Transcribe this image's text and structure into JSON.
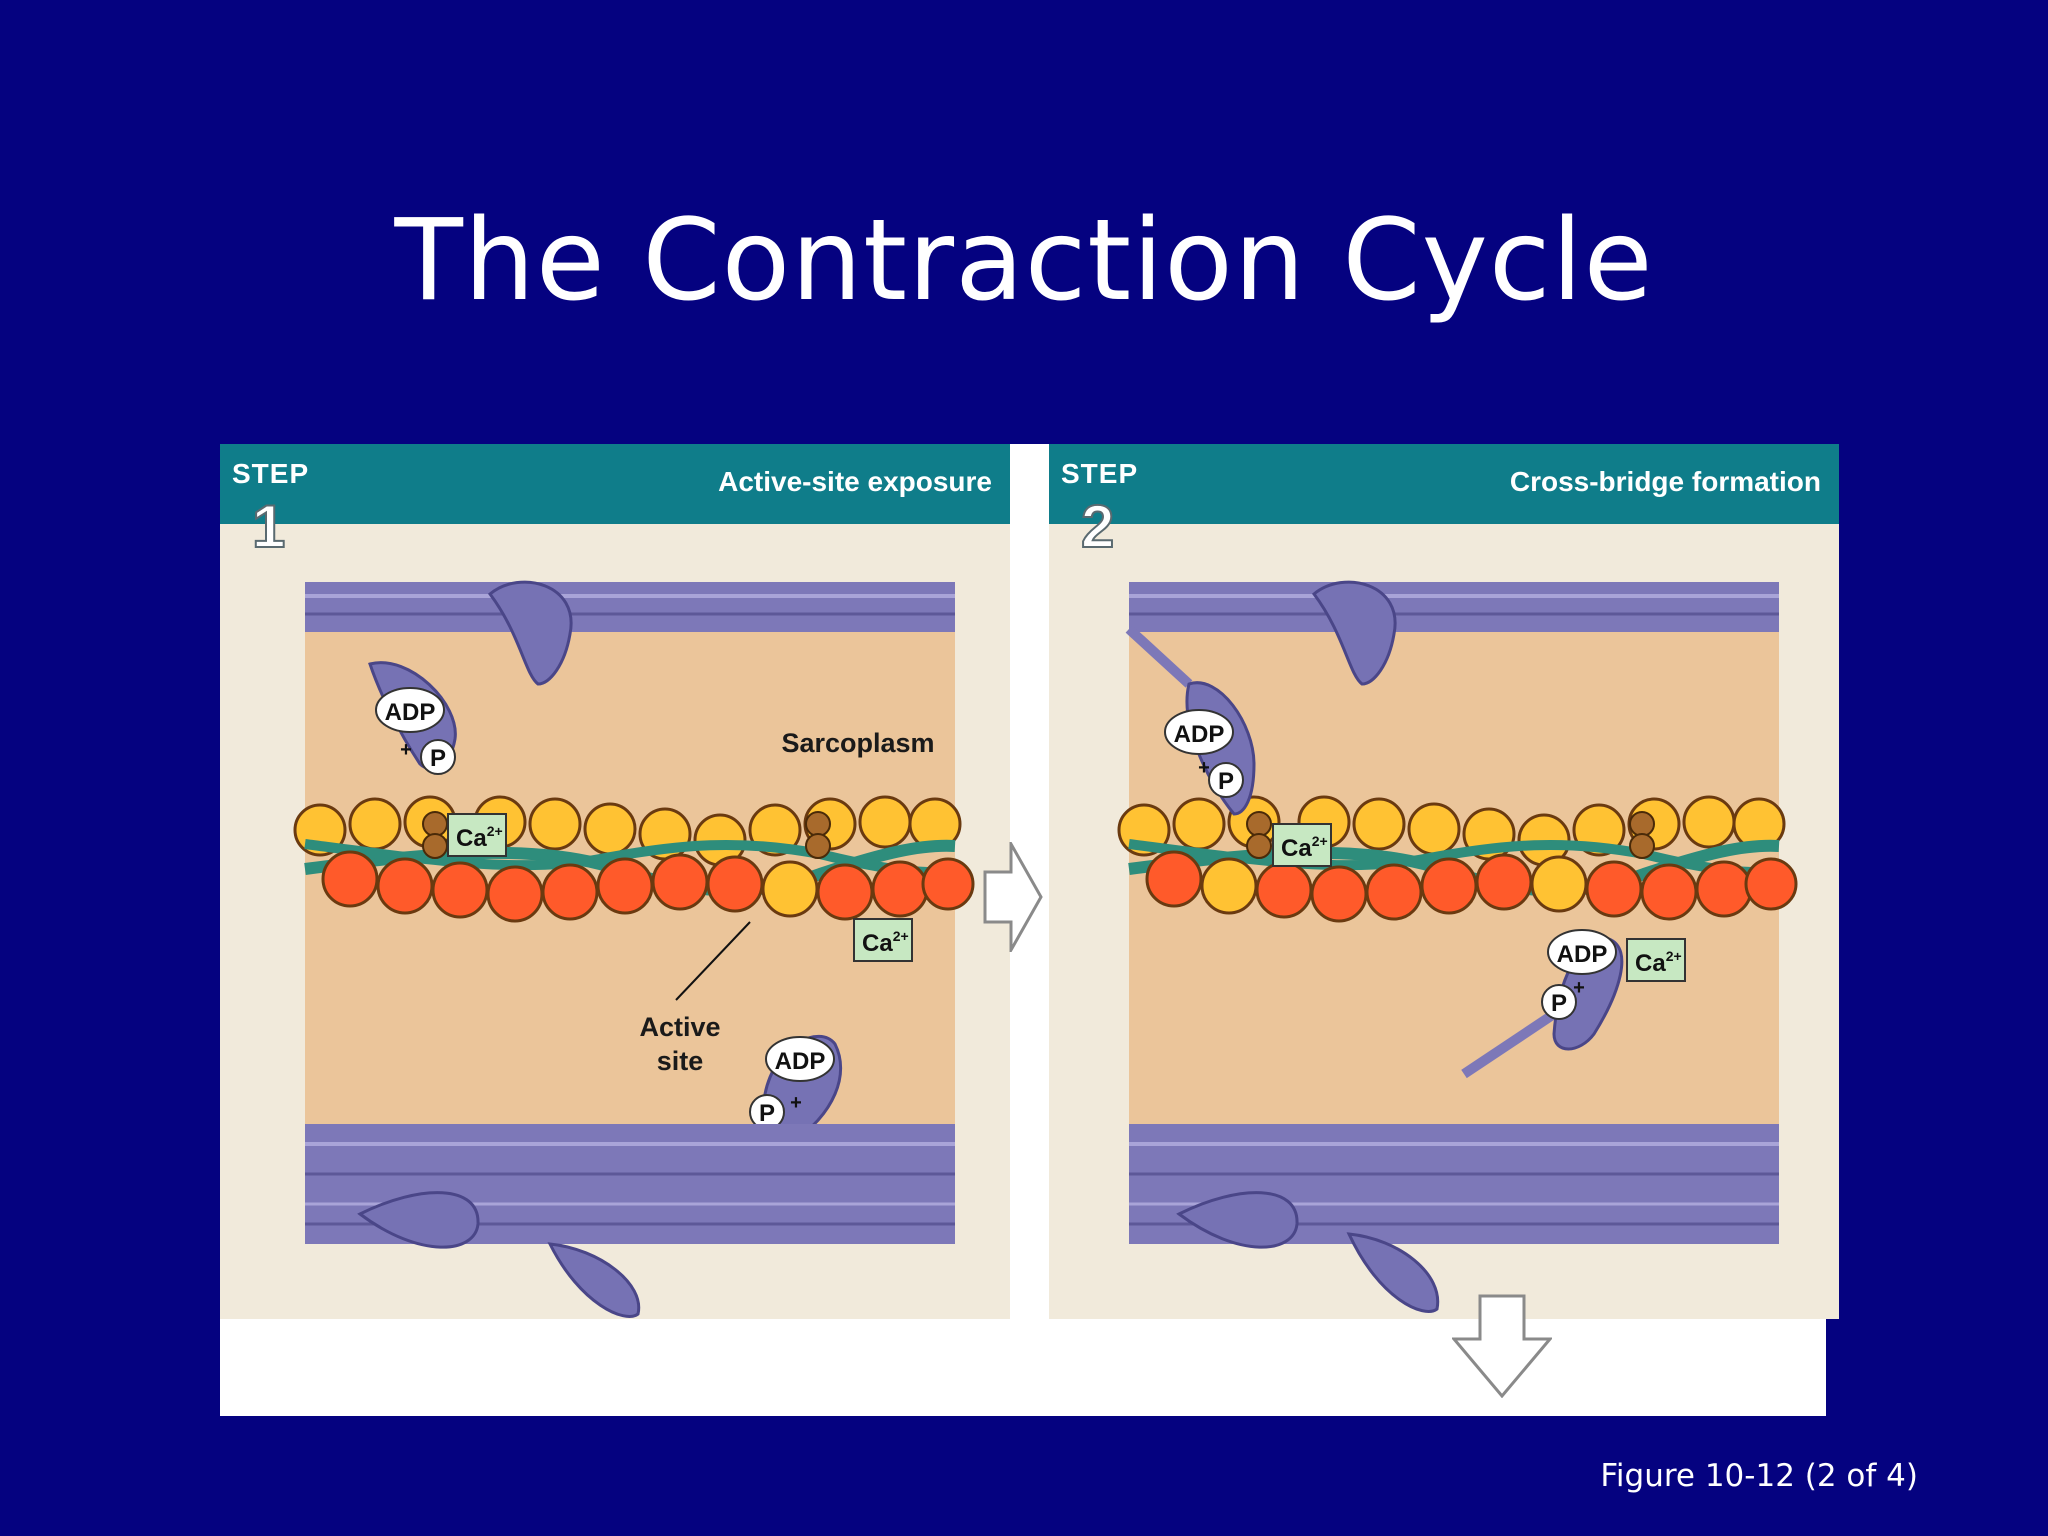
{
  "slide": {
    "title": "The Contraction Cycle",
    "caption": "Figure 10-12 (2 of 4)"
  },
  "steps": [
    {
      "step_word": "STEP",
      "step_number": "1",
      "title": "Active-site exposure",
      "labels": {
        "sarcoplasm": "Sarcoplasm",
        "active_site_line1": "Active",
        "active_site_line2": "site",
        "adp_top": "ADP",
        "p_top": "P",
        "adp_bottom": "ADP",
        "p_bottom": "P",
        "ca_left": "Ca",
        "ca_right": "Ca",
        "ca_superscript": "2+",
        "plus": "+"
      }
    },
    {
      "step_word": "STEP",
      "step_number": "2",
      "title": "Cross-bridge formation",
      "labels": {
        "adp_top": "ADP",
        "p_top": "P",
        "adp_bottom": "ADP",
        "p_bottom": "P",
        "ca_left": "Ca",
        "ca_right": "Ca",
        "ca_superscript": "2+",
        "plus": "+"
      }
    }
  ],
  "colors": {
    "background": "#050280",
    "header": "#0f7d8a",
    "panel": "#f1eadb",
    "sarcoplasm": "#ebc59a",
    "myosin": "#7d78b8",
    "ca_box": "#c7e8c2",
    "bead_orange": "#ff5a2a",
    "bead_yellow": "#ffc233",
    "tropomyosin": "#2e8d7c"
  }
}
